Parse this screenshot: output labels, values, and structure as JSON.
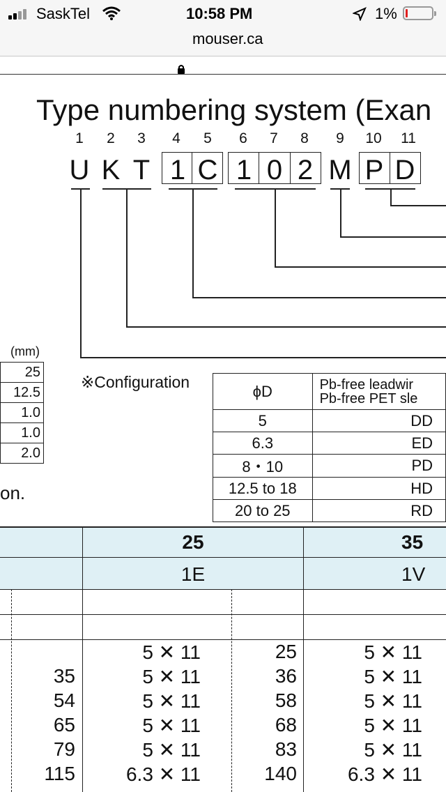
{
  "status_bar": {
    "carrier": "SaskTel",
    "time": "10:58 PM",
    "battery": "1%",
    "url": "mouser.ca"
  },
  "doc": {
    "title": "Type numbering system  (Exan",
    "positions": [
      "1",
      "2",
      "3",
      "4",
      "5",
      "6",
      "7",
      "8",
      "9",
      "10",
      "11"
    ],
    "code_letters": [
      "U",
      "K",
      "T",
      "1",
      "C",
      "1",
      "0",
      "2",
      "M",
      "P",
      "D"
    ],
    "mm_unit": "(mm)",
    "small_table": [
      "25",
      "12.5",
      "1.0",
      "1.0",
      "2.0"
    ],
    "on_text": "on.",
    "configuration": {
      "label": "※Configuration",
      "header_col1": "ϕD",
      "header_col2_line1": "Pb-free leadwir",
      "header_col2_line2": "Pb-free PET sle",
      "rows": [
        {
          "d": "5",
          "code": "DD"
        },
        {
          "d": "6.3",
          "code": "ED"
        },
        {
          "d": "8・10",
          "code": "PD"
        },
        {
          "d": "12.5 to 18",
          "code": "HD"
        },
        {
          "d": "20 to 25",
          "code": "RD"
        }
      ]
    },
    "big_table": {
      "voltages": [
        "25",
        "35"
      ],
      "codes": [
        "1E",
        "1V"
      ],
      "rows": [
        {
          "a": "",
          "b": "5 ✕ 11",
          "c": "25",
          "d": "5 ✕ 11"
        },
        {
          "a": "35",
          "b": "5 ✕ 11",
          "c": "36",
          "d": "5 ✕ 11"
        },
        {
          "a": "54",
          "b": "5 ✕ 11",
          "c": "58",
          "d": "5 ✕ 11"
        },
        {
          "a": "65",
          "b": "5 ✕ 11",
          "c": "68",
          "d": "5 ✕ 11"
        },
        {
          "a": "79",
          "b": "5 ✕ 11",
          "c": "83",
          "d": "5 ✕ 11"
        },
        {
          "a": "115",
          "b": "6.3 ✕ 11",
          "c": "140",
          "d": "6.3 ✕ 11"
        }
      ]
    }
  }
}
